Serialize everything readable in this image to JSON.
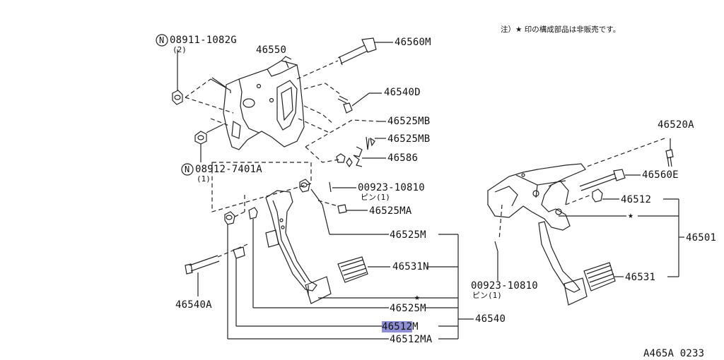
{
  "note": "注）★ 印の構成部品は非販売です。",
  "diagram_code": "A465A 0233",
  "star_symbol": "★",
  "labels": {
    "n_bolt_label": "N",
    "p08911": "08911-1082G",
    "p08911_qty": "(2)",
    "p46550": "46550",
    "p46560M": "46560M",
    "p46540D": "46540D",
    "p46525MB_1": "46525MB",
    "p46525MB_2": "46525MB",
    "p46586": "46586",
    "n_nut_label": "N",
    "p08912": "08912-7401A",
    "p08912_qty": "(1)",
    "p00923_a": "00923-10810",
    "p00923_a_sub": "ピン(1)",
    "p46525MA": "46525MA",
    "p46525M": "46525M",
    "p46531N": "46531N",
    "p46540A": "46540A",
    "p46525M_2": "46525M",
    "p46512M": "46512M",
    "p46512M_highlight": "46512",
    "p46512M_suffix": "M",
    "p46540": "46540",
    "p46512MA": "46512MA",
    "p46520A": "46520A",
    "p46560E": "46560E",
    "p46512": "46512",
    "p46501": "46501",
    "p46531": "46531",
    "p00923_b": "00923-10810",
    "p00923_b_sub": "ピン(1)"
  }
}
